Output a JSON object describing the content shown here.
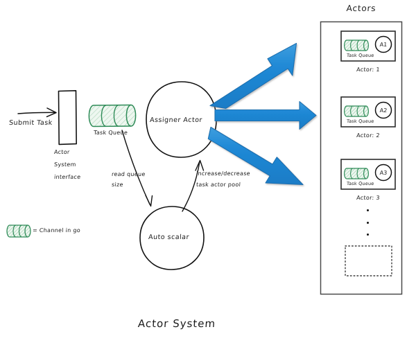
{
  "diagram": {
    "title": "Actor System",
    "background": "#ffffff",
    "ink_color": "#1a1a1a",
    "channel_color": "#2e8b57",
    "channel_fill": "#dff0e4",
    "arrow_color": "#2089d6",
    "arrow_edge_color": "#1b6faf"
  },
  "left": {
    "submit_label": "Submit Task",
    "interface_label_lines": [
      "Actor",
      "System",
      "interface"
    ],
    "task_queue_label": "Task Queue",
    "legend": {
      "equals": "= Channel in go",
      "icon": "channel-cylinder-icon"
    }
  },
  "nodes": {
    "assigner": "Assigner Actor",
    "autoscalar": "Auto scalar"
  },
  "edges": {
    "read_queue_lines": [
      "read queue",
      "size"
    ],
    "scale_pool_lines": [
      "increase/decrease",
      "task actor pool"
    ]
  },
  "actors_panel": {
    "heading": "Actors",
    "queue_label": "Task Queue",
    "items": [
      {
        "badge": "A1",
        "caption": "Actor: 1"
      },
      {
        "badge": "A2",
        "caption": "Actor: 2"
      },
      {
        "badge": "A3",
        "caption": "Actor: 3"
      }
    ],
    "ellipsis": "vertical-ellipsis",
    "placeholder": "dashed-placeholder-actor"
  }
}
